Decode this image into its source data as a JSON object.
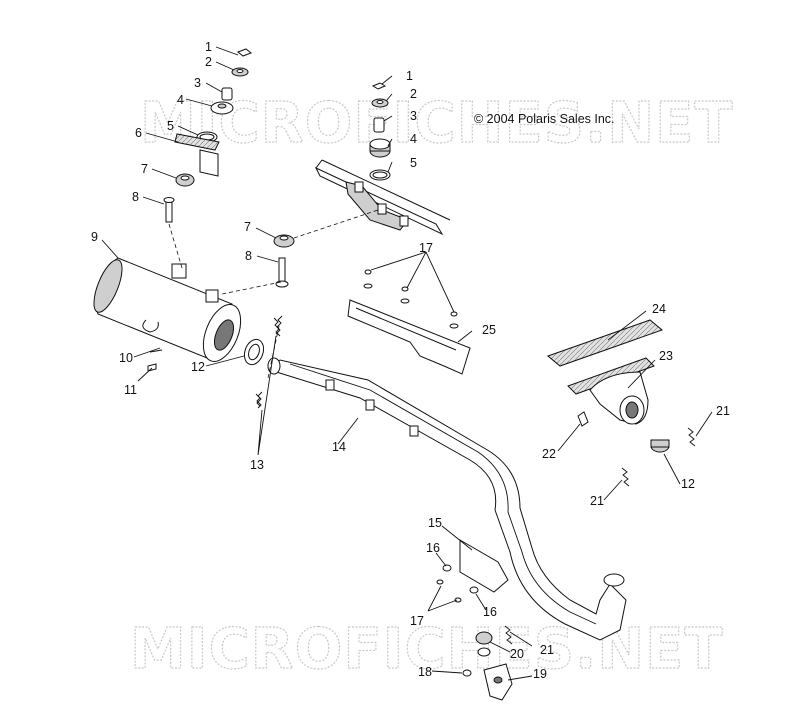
{
  "copyright": "© 2004 Polaris Sales Inc.",
  "watermark": "MICROFICHES.NET",
  "callouts": [
    {
      "label": "1"
    },
    {
      "label": "2"
    },
    {
      "label": "3"
    },
    {
      "label": "4"
    },
    {
      "label": "5"
    },
    {
      "label": "6"
    },
    {
      "label": "7"
    },
    {
      "label": "8"
    },
    {
      "label": "9"
    },
    {
      "label": "1"
    },
    {
      "label": "2"
    },
    {
      "label": "3"
    },
    {
      "label": "4"
    },
    {
      "label": "5"
    },
    {
      "label": "7"
    },
    {
      "label": "8"
    },
    {
      "label": "17"
    },
    {
      "label": "24"
    },
    {
      "label": "25"
    },
    {
      "label": "10"
    },
    {
      "label": "11"
    },
    {
      "label": "12"
    },
    {
      "label": "13"
    },
    {
      "label": "14"
    },
    {
      "label": "23"
    },
    {
      "label": "22"
    },
    {
      "label": "21"
    },
    {
      "label": "12"
    },
    {
      "label": "21"
    },
    {
      "label": "15"
    },
    {
      "label": "16"
    },
    {
      "label": "17"
    },
    {
      "label": "16"
    },
    {
      "label": "20"
    },
    {
      "label": "21"
    },
    {
      "label": "18"
    },
    {
      "label": "19"
    }
  ]
}
